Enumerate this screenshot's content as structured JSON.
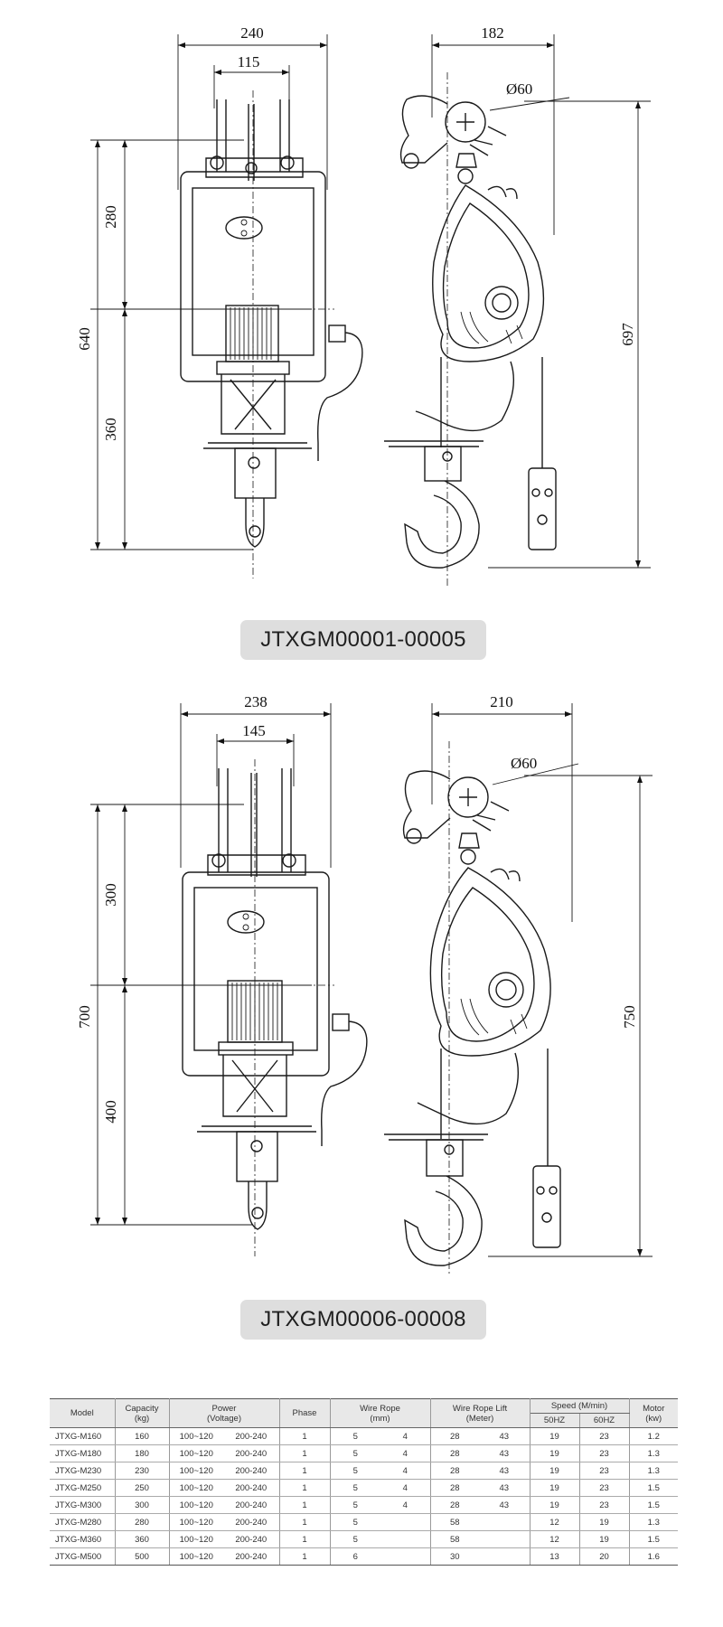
{
  "drawings": [
    {
      "caption": "JTXGM00001-00005",
      "dims": {
        "width_front": "240",
        "width_inner": "115",
        "upper": "280",
        "total": "640",
        "lower": "360",
        "width_side": "182",
        "hook_dia": "Ø60",
        "height_side": "697"
      }
    },
    {
      "caption": "JTXGM00006-00008",
      "dims": {
        "width_front": "238",
        "width_inner": "145",
        "upper": "300",
        "total": "700",
        "lower": "400",
        "width_side": "210",
        "hook_dia": "Ø60",
        "height_side": "750"
      }
    }
  ],
  "table": {
    "headers": {
      "model": "Model",
      "capacity": "Capacity",
      "capacity_unit": "(kg)",
      "power": "Power",
      "power_unit": "(Voltage)",
      "phase": "Phase",
      "wire_rope": "Wire Rope",
      "wire_rope_unit": "(mm)",
      "wire_lift": "Wire Rope Lift",
      "wire_lift_unit": "(Meter)",
      "speed": "Speed (M/min)",
      "speed_50": "50HZ",
      "speed_60": "60HZ",
      "motor": "Motor",
      "motor_unit": "(kw)"
    },
    "rows": [
      [
        "JTXG-M160",
        "160",
        "100~120",
        "200-240",
        "1",
        "5",
        "4",
        "28",
        "43",
        "19",
        "23",
        "1.2"
      ],
      [
        "JTXG-M180",
        "180",
        "100~120",
        "200-240",
        "1",
        "5",
        "4",
        "28",
        "43",
        "19",
        "23",
        "1.3"
      ],
      [
        "JTXG-M230",
        "230",
        "100~120",
        "200-240",
        "1",
        "5",
        "4",
        "28",
        "43",
        "19",
        "23",
        "1.3"
      ],
      [
        "JTXG-M250",
        "250",
        "100~120",
        "200-240",
        "1",
        "5",
        "4",
        "28",
        "43",
        "19",
        "23",
        "1.5"
      ],
      [
        "JTXG-M300",
        "300",
        "100~120",
        "200-240",
        "1",
        "5",
        "4",
        "28",
        "43",
        "19",
        "23",
        "1.5"
      ],
      [
        "JTXG-M280",
        "280",
        "100~120",
        "200-240",
        "1",
        "5",
        "",
        "58",
        "",
        "12",
        "19",
        "1.3"
      ],
      [
        "JTXG-M360",
        "360",
        "100~120",
        "200-240",
        "1",
        "5",
        "",
        "58",
        "",
        "12",
        "19",
        "1.5"
      ],
      [
        "JTXG-M500",
        "500",
        "100~120",
        "200-240",
        "1",
        "6",
        "",
        "30",
        "",
        "13",
        "20",
        "1.6"
      ]
    ]
  }
}
